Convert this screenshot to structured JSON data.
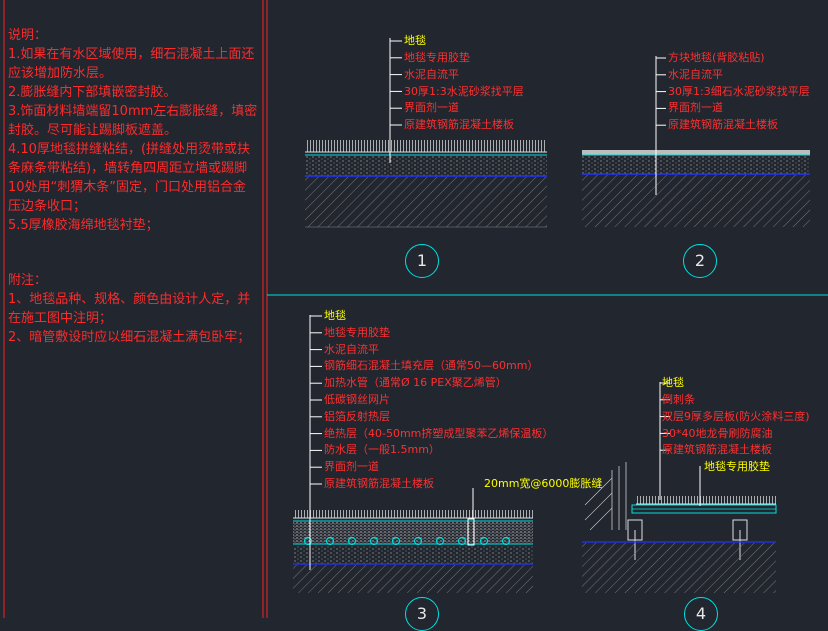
{
  "notes": {
    "title": "说明：",
    "items": [
      "1.如果在有水区域使用，细石混凝土上面还应该增加防水层。",
      "2.膨胀缝内下部填嵌密封胶。",
      "3.饰面材料墙端留10mm左右膨胀缝，填密封胶。尽可能让踢脚板遮盖。",
      "4.10厚地毯拼缝粘结，(拼缝处用烫带或扶条麻条带粘结)，墙转角四周距立墙或踢脚10处用“刺猬木条”固定，门口处用铝合金压边条收口；",
      "5.5厚橡胶海绵地毯衬垫；"
    ],
    "appendix_title": "附注：",
    "appendix_items": [
      "1、地毯品种、规格、颜色由设计人定，并在施工图中注明；",
      "2、暗管敷设时应以细石混凝土满包卧牢；"
    ]
  },
  "detail1": {
    "number": "1",
    "labels": [
      "地毯",
      "地毯专用胶垫",
      "水泥自流平",
      "30厚1:3水泥砂浆找平层",
      "界面剂一道",
      "原建筑钢筋混凝土楼板"
    ]
  },
  "detail2": {
    "number": "2",
    "labels": [
      "方块地毯(背胶粘贴)",
      "水泥自流平",
      "30厚1:3细石水泥砂浆找平层",
      "界面剂一道",
      "原建筑钢筋混凝土楼板"
    ]
  },
  "detail3": {
    "number": "3",
    "labels": [
      "地毯",
      "地毯专用胶垫",
      "水泥自流平",
      "钢筋细石混凝土填充层（通常50—60mm）",
      "加热水管（通常Ø 16 PEX聚乙烯管）",
      "低碳钢丝网片",
      "铝箔反射热层",
      "绝热层（40-50mm挤塑成型聚苯乙烯保温板）",
      "防水层（一般1.5mm）",
      "界面剂一道",
      "原建筑钢筋混凝土楼板"
    ],
    "joint_label": "20mm宽@6000膨胀缝"
  },
  "detail4": {
    "number": "4",
    "labels": [
      "地毯",
      "倒刺条",
      "双层9厚多层板(防火涂料三度)",
      "30*40地龙骨刷防腐油",
      "原建筑钢筋混凝土楼板"
    ],
    "extra_label": "地毯专用胶垫"
  },
  "colors": {
    "background": "#21262f",
    "frame": "#ff2020",
    "divider": "#00e0e0",
    "leader": "#ffffff",
    "text_red": "#ff3030",
    "text_yellow": "#ffff00",
    "hatch": "#9a9a9a",
    "waterline": "#2233ff"
  }
}
